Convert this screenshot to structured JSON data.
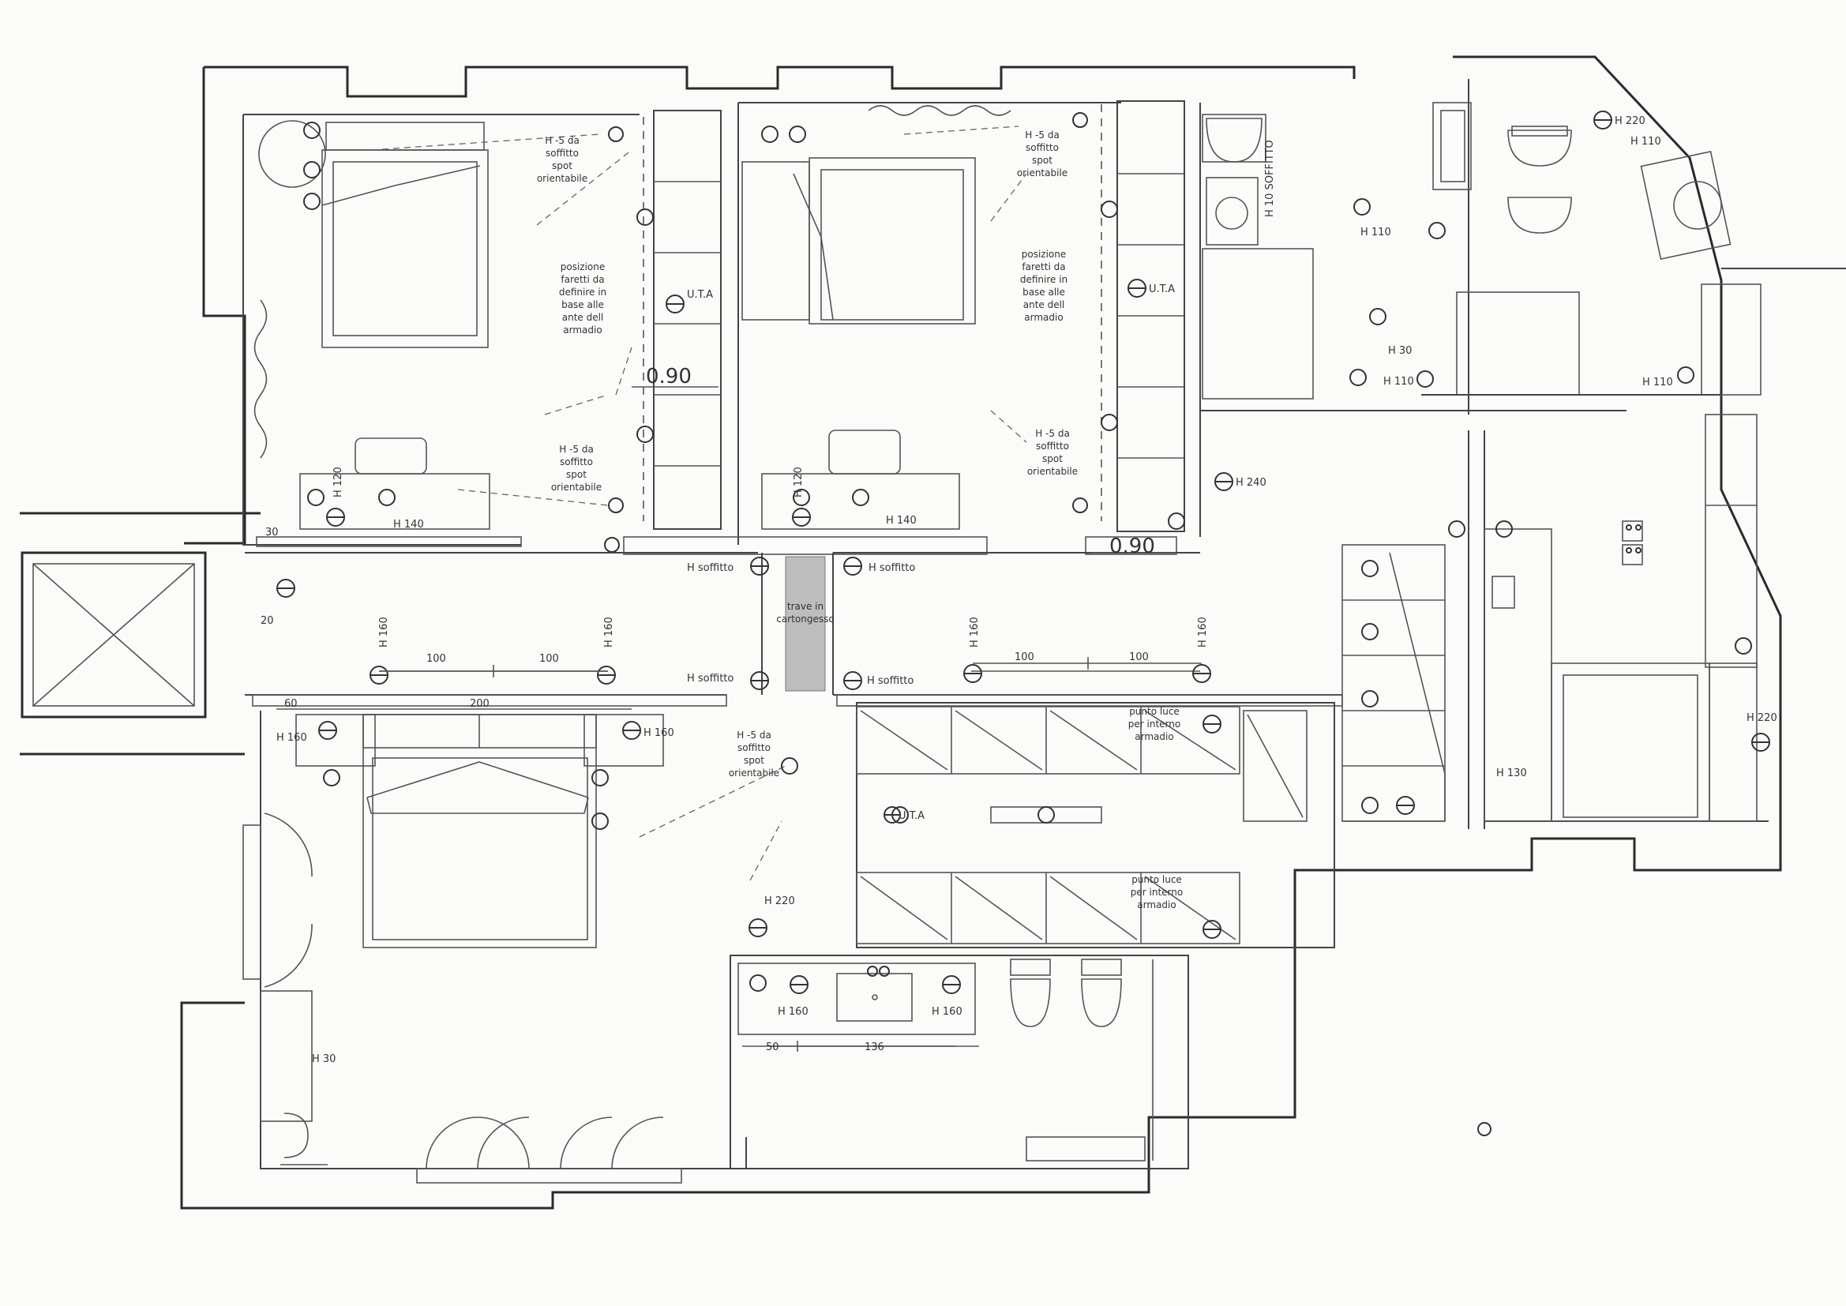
{
  "annotations": {
    "spot_note": [
      "H -5 da",
      "soffitto",
      "spot",
      "orientabile"
    ],
    "spot_note_alt": [
      "H -5 da",
      "soffitto",
      "spot",
      "orientabile"
    ],
    "faretti_note": [
      "posizione",
      "faretti da",
      "definire in",
      "base alle",
      "ante dell",
      "armadio"
    ],
    "beam_note": [
      "trave in",
      "cartongesso"
    ],
    "luce_note": [
      "punto luce",
      "per interno",
      "armadio"
    ],
    "soffitto_vertical": "H 10 SOFFITTO",
    "uta": "U.T.A"
  },
  "heights": {
    "h30": "H 30",
    "h110": "H 110",
    "h120": "H 120",
    "h130": "H 130",
    "h140": "H 140",
    "h160": "H 160",
    "h220": "H 220",
    "h240": "H 240",
    "h_soffitto": "H soffitto"
  },
  "dimensions": {
    "d090": "0.90",
    "d100": "100",
    "d30": "30",
    "d20": "20",
    "d60": "60",
    "d200": "200",
    "d50": "50",
    "d136": "136"
  }
}
